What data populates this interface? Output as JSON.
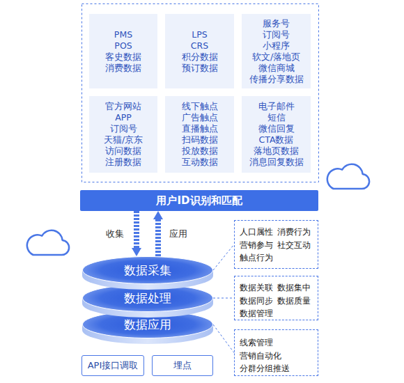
{
  "diagram": {
    "nodes": [
      {
        "text": [
          "PMS",
          "POS",
          "客史数据",
          "消费数据"
        ]
      },
      {
        "text": [
          "LPS",
          "CRS",
          "积分数据",
          "预订数据"
        ]
      },
      {
        "text": [
          "服务号",
          "订阅号",
          "小程序",
          "软文/落地页",
          "微信商城",
          "传播分享数据"
        ]
      },
      {
        "text": [
          "官方网站",
          "APP",
          "订阅号",
          "天猫/京东",
          "访问数据",
          "注册数据"
        ]
      },
      {
        "text": [
          "线下触点",
          "广告触点",
          "直播触点",
          "扫码数据",
          "投放数据",
          "互动数据"
        ]
      },
      {
        "text": [
          "电子邮件",
          "短信",
          "微信回复",
          "CTA数据",
          "落地页数据",
          "消息回复数据"
        ]
      },
      {
        "text": [
          "用户ID识别和匹配"
        ]
      },
      {
        "text": [
          "数据采集"
        ]
      },
      {
        "text": [
          "数据处理"
        ]
      },
      {
        "text": [
          "数据应用"
        ]
      },
      {
        "text": [
          "人口属性",
          "消费行为",
          "营销参与",
          "社交互动",
          "触点行为"
        ]
      },
      {
        "text": [
          "数据关联",
          "数据集中",
          "数据同步",
          "数据质量",
          "数据管理"
        ]
      },
      {
        "text": [
          "线索管理",
          "营销自动化",
          "分群分组推送"
        ]
      },
      {
        "text": [
          "API接口调取"
        ]
      },
      {
        "text": [
          "埋点"
        ]
      }
    ],
    "edges": [
      {
        "from": 6,
        "to": 7,
        "label": "收集",
        "arrow": "to"
      },
      {
        "from": 7,
        "to": 6,
        "label": "应用",
        "arrow": "to"
      },
      {
        "from": 7,
        "to": 10,
        "arrow": "none"
      },
      {
        "from": 8,
        "to": 11,
        "arrow": "none"
      },
      {
        "from": 9,
        "to": 12,
        "arrow": "none"
      }
    ]
  }
}
